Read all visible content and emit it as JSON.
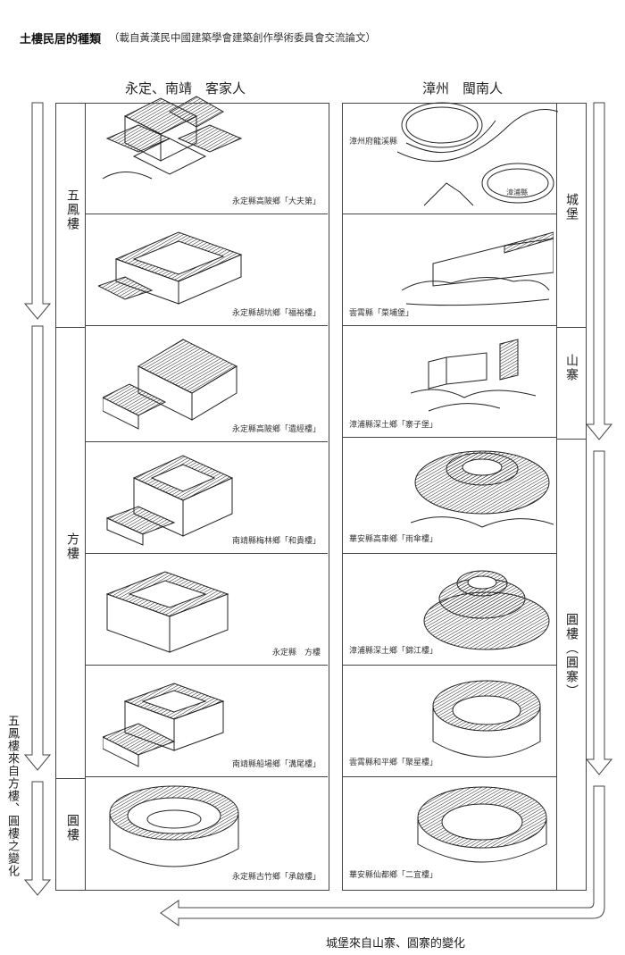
{
  "title": "土樓民居的種類",
  "subtitle": "（載自黃漢民中國建築學會建築創作學術委員會交流論文）",
  "left_column": {
    "heading": "永定、南靖　客家人",
    "groups": [
      "五鳳樓",
      "方樓",
      "圓樓"
    ],
    "items": [
      "永定縣高陂鄉「大夫第」",
      "永定縣胡坑鄉「福裕樓」",
      "永定縣高陂鄉「遺經樓」",
      "南靖縣梅林鄉「和貴樓」",
      "永定縣　方樓",
      "南靖縣船場鄉「溝尾樓」",
      "永定縣古竹鄉「承啟樓」"
    ],
    "side_note": "五鳳樓來自方樓、圓樓之變化"
  },
  "right_column": {
    "heading": "漳州　閩南人",
    "groups": [
      "城堡",
      "山寨",
      "圓樓（圓寨）"
    ],
    "items": [
      "漳州府龍溪縣",
      "雲霄縣「菜埔堡」",
      "漳浦縣深土鄉「寨子堡」",
      "華安縣高車鄉「雨傘樓」",
      "漳浦縣深土鄉「錦江樓」",
      "雲霄縣和平鄉「聚星樓」",
      "華安縣仙都鄉「二宜樓」"
    ],
    "map_label": "漳浦縣",
    "bottom_note": "城堡來自山寨、圓寨的變化"
  }
}
